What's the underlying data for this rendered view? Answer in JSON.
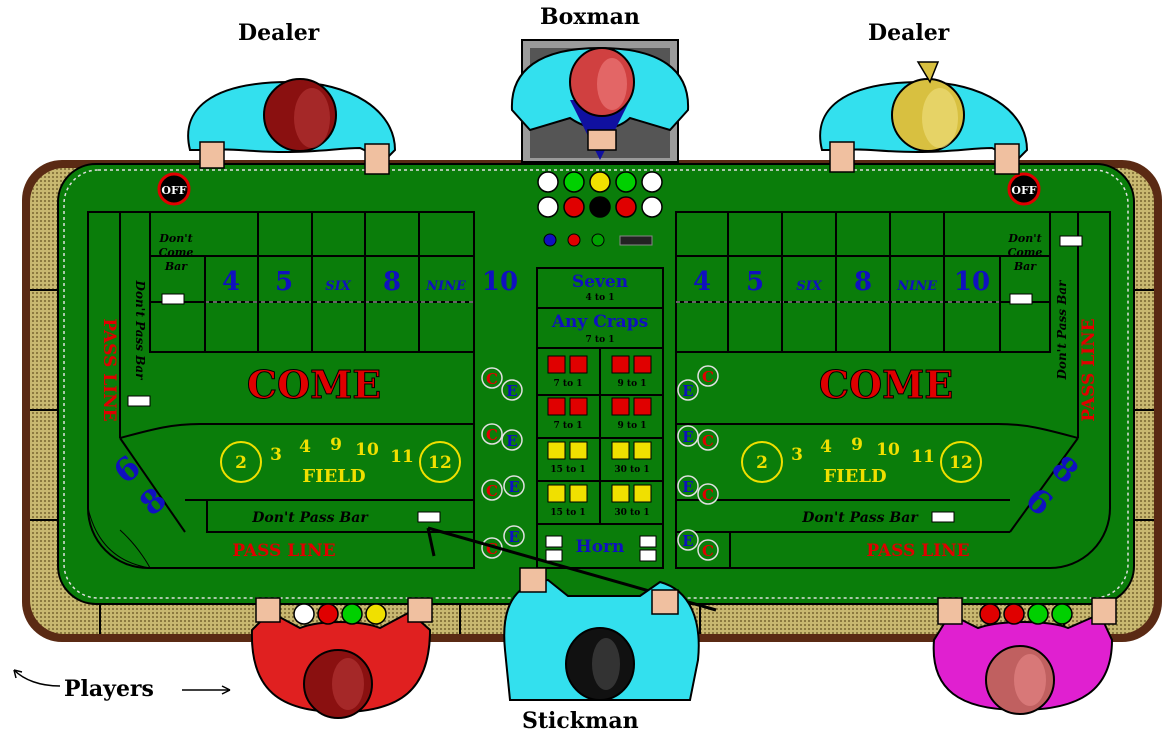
{
  "roles": {
    "dealer_left": "Dealer",
    "boxman": "Boxman",
    "dealer_right": "Dealer",
    "stickman": "Stickman",
    "players": "Players"
  },
  "off_puck": "OFF",
  "dont_come_bar": [
    "Don't",
    "Come",
    "Bar"
  ],
  "dont_pass_bar_vertical": "Don't Pass  Bar",
  "pass_line": "PASS LINE",
  "point_numbers": [
    "4",
    "5",
    "SIX",
    "8",
    "NINE",
    "10"
  ],
  "come": "COME",
  "field": {
    "label": "FIELD",
    "numbers": [
      "2",
      "3",
      "4",
      "9",
      "10",
      "11",
      "12"
    ]
  },
  "big_6": "6",
  "big_8": "8",
  "dont_pass_bar": "Don't Pass  Bar",
  "center": {
    "seven": "Seven",
    "seven_odds": "4 to 1",
    "any_craps": "Any Craps",
    "any_craps_odds": "7 to 1",
    "hardways": [
      {
        "odds": "7 to 1",
        "color": "#e00000"
      },
      {
        "odds": "9 to 1",
        "color": "#e00000"
      },
      {
        "odds": "7 to 1",
        "color": "#e00000"
      },
      {
        "odds": "9 to 1",
        "color": "#e00000"
      },
      {
        "odds": "15 to 1",
        "color": "#f0e000"
      },
      {
        "odds": "30 to 1",
        "color": "#f0e000"
      },
      {
        "odds": "15 to 1",
        "color": "#f0e000"
      },
      {
        "odds": "30 to 1",
        "color": "#f0e000"
      }
    ],
    "horn": "Horn"
  },
  "ce_circles": {
    "c": "C",
    "e": "E"
  },
  "colors": {
    "felt": "#0a7d0a",
    "rail_outer": "#5a2a14",
    "rail_inner": "#c8b870",
    "text_red": "#e00000",
    "text_blue": "#1010c0",
    "text_yellow": "#f0e000",
    "dealer_shirt": "#33e0ee",
    "player_red": "#e02020",
    "player_magenta": "#e020d0"
  }
}
